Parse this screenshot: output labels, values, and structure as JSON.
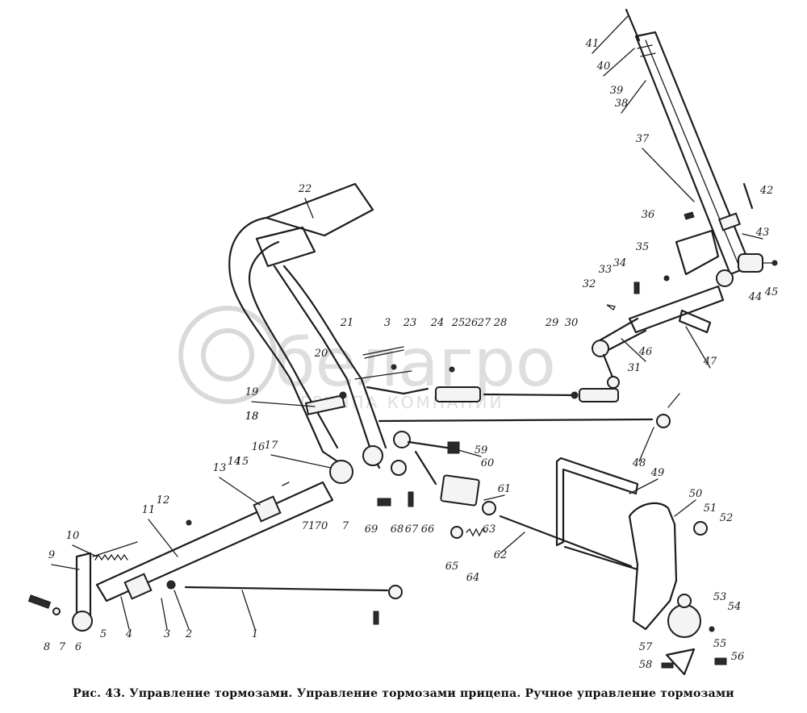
{
  "caption": "Рис. 43. Управление тормозами. Управление тормозами прицепа. Ручное управление тормозами",
  "watermark": {
    "logo_text": "белагро",
    "sub_text": "ГРУППА КОМПАНИЙ"
  },
  "callouts": [
    "1",
    "2",
    "3",
    "4",
    "5",
    "6",
    "7",
    "8",
    "9",
    "10",
    "11",
    "12",
    "13",
    "14",
    "15",
    "16",
    "17",
    "18",
    "19",
    "20",
    "21",
    "22",
    "23",
    "24",
    "25",
    "26",
    "27",
    "28",
    "29",
    "30",
    "31",
    "32",
    "33",
    "34",
    "35",
    "36",
    "37",
    "38",
    "39",
    "40",
    "41",
    "42",
    "43",
    "44",
    "45",
    "46",
    "47",
    "48",
    "49",
    "50",
    "51",
    "52",
    "53",
    "54",
    "55",
    "56",
    "57",
    "58",
    "59",
    "60",
    "61",
    "62",
    "63",
    "64",
    "65",
    "66",
    "67",
    "68",
    "69",
    "70",
    "71"
  ],
  "extra_callouts": [
    "3",
    "18",
    "7"
  ]
}
